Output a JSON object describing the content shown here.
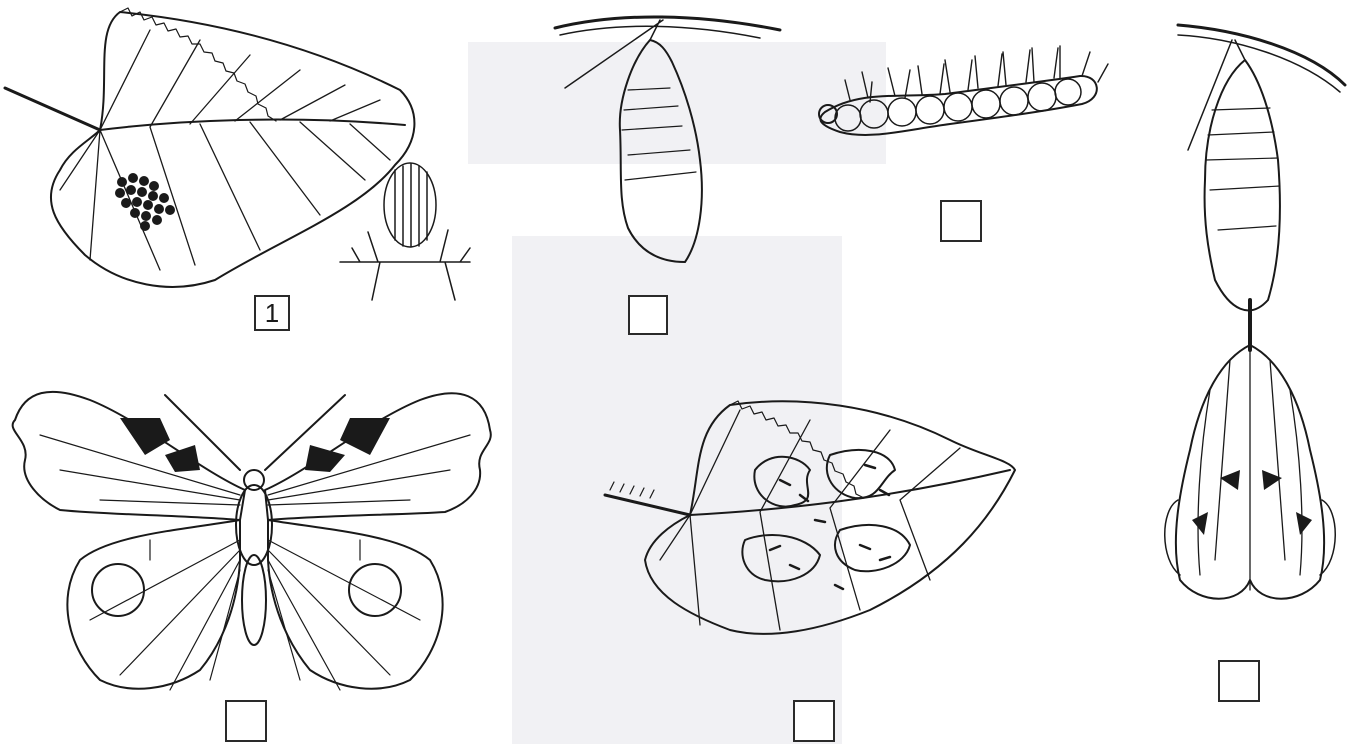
{
  "worksheet": {
    "stages": [
      {
        "id": "eggs",
        "number": "1"
      },
      {
        "id": "pupa-small",
        "number": ""
      },
      {
        "id": "caterpillar",
        "number": ""
      },
      {
        "id": "emerging-butterfly",
        "number": ""
      },
      {
        "id": "adult-butterfly",
        "number": ""
      },
      {
        "id": "eaten-leaf",
        "number": ""
      }
    ]
  },
  "colors": {
    "ink": "#1a1a1a",
    "paper": "#ffffff",
    "shade": "#f1f1f4"
  }
}
